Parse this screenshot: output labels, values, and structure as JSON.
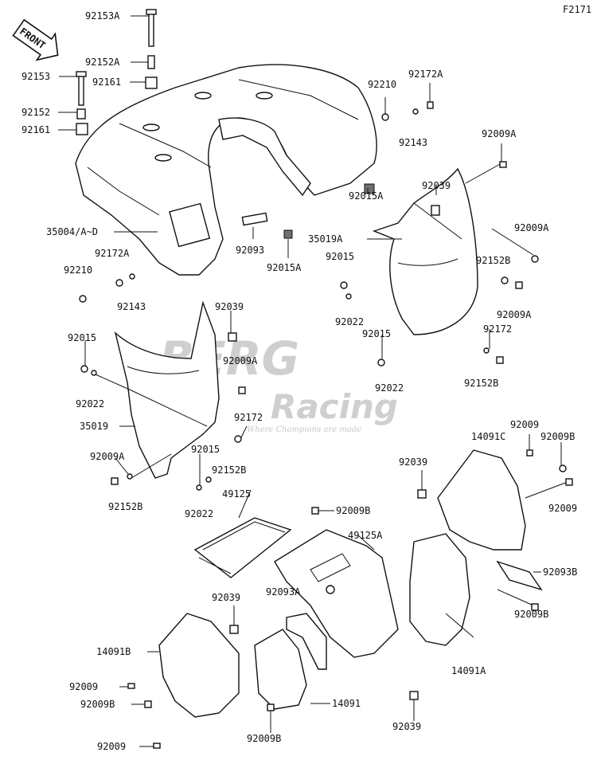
{
  "diagram_id": "F2171",
  "front_arrow": "FRONT",
  "watermark": {
    "brand_top": "BERG",
    "brand_bottom": "Racing",
    "tagline": "Where Champions are made"
  },
  "labels": [
    "92153A",
    "92152A",
    "92153",
    "92161",
    "92152",
    "92161",
    "92210",
    "92172A",
    "92143",
    "92009A",
    "92039",
    "92015A",
    "35004/A~D",
    "92093",
    "92015A",
    "35019A",
    "92009A",
    "92172A",
    "92015",
    "92152B",
    "92210",
    "92143",
    "92009A",
    "92022",
    "92039",
    "92015",
    "92172",
    "92015",
    "92009A",
    "92152B",
    "92022",
    "92022",
    "35019",
    "92172",
    "92009A",
    "92015",
    "92152B",
    "92152B",
    "92022",
    "49125",
    "92009",
    "14091C",
    "92009B",
    "92039",
    "92009",
    "92009B",
    "49125A",
    "92093B",
    "92039",
    "92093A",
    "92009B",
    "14091B",
    "14091A",
    "92009",
    "92009B",
    "14091",
    "92009B",
    "92039",
    "92009"
  ],
  "colors": {
    "line": "#111111",
    "shade": "#6f6f6f",
    "watermark": "#cfcfcf"
  }
}
